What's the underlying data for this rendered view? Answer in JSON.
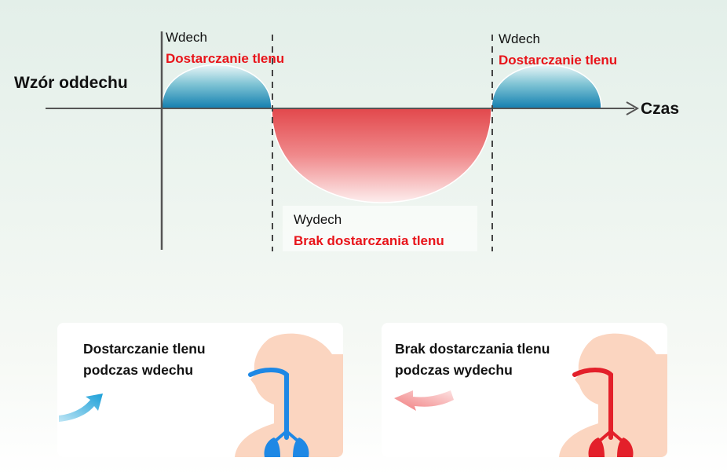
{
  "diagram": {
    "pattern_label": "Wzór oddechu",
    "time_label": "Czas",
    "inhale_1": {
      "title": "Wdech",
      "subtitle": "Dostarczanie tlenu"
    },
    "inhale_2": {
      "title": "Wdech",
      "subtitle": "Dostarczanie tlenu"
    },
    "exhale": {
      "title": "Wydech",
      "subtitle": "Brak dostarczania tlenu"
    }
  },
  "cards": {
    "inhale": {
      "line1": "Dostarczanie tlenu",
      "line2": "podczas wdechu"
    },
    "exhale": {
      "line1": "Brak dostarczania tlenu",
      "line2": "podczas wydechu"
    }
  },
  "colors": {
    "inhale_blue": "#1b8fc0",
    "exhale_red": "#e4474c",
    "oxygen_path_blue": "#1e88e5",
    "no_oxygen_path_red": "#e3202a",
    "skin": "#fbd5c0"
  }
}
